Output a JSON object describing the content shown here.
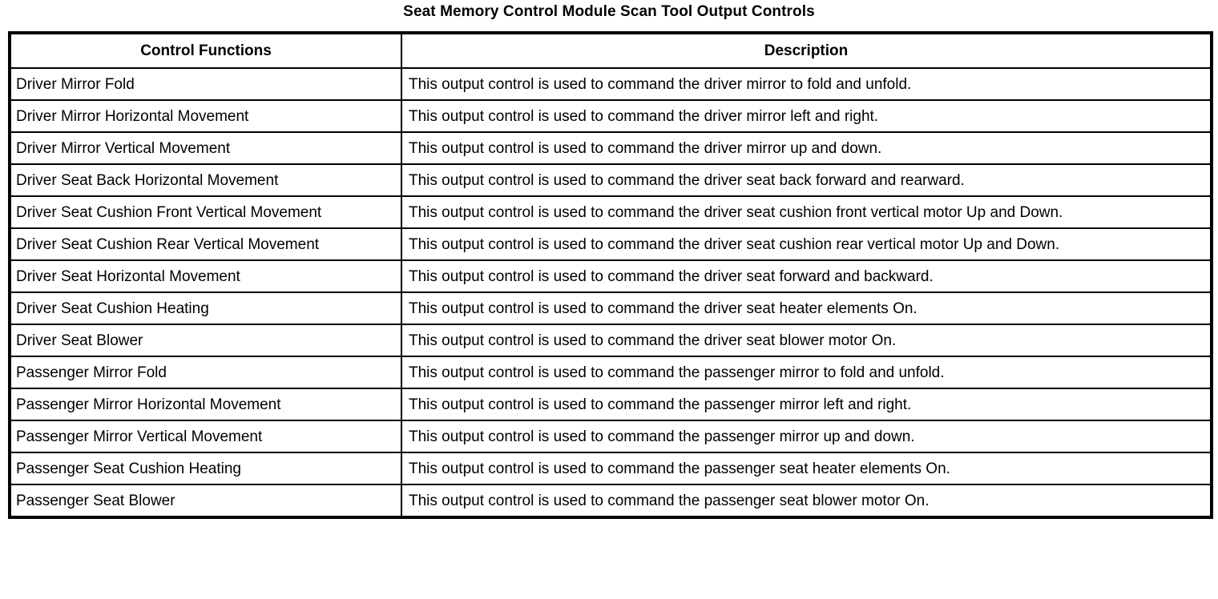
{
  "document": {
    "title": "Seat Memory Control Module Scan Tool Output Controls"
  },
  "table": {
    "columns": [
      {
        "key": "function",
        "header": "Control Functions"
      },
      {
        "key": "description",
        "header": "Description"
      }
    ],
    "rows": [
      {
        "function": "Driver Mirror Fold",
        "description": "This output control is used to command the driver mirror to fold and unfold."
      },
      {
        "function": "Driver Mirror Horizontal Movement",
        "description": "This output control is used to command the driver mirror left and right."
      },
      {
        "function": "Driver Mirror Vertical Movement",
        "description": "This output control is used to command the driver mirror up and down."
      },
      {
        "function": "Driver Seat Back Horizontal Movement",
        "description": "This output control is used to command the driver seat back forward and rearward."
      },
      {
        "function": "Driver Seat Cushion Front Vertical Movement",
        "description": "This output control is used to command the driver seat cushion front vertical motor Up and Down."
      },
      {
        "function": "Driver Seat Cushion Rear Vertical Movement",
        "description": "This output control is used to command the driver seat cushion rear vertical motor Up and Down."
      },
      {
        "function": "Driver Seat Horizontal Movement",
        "description": "This output control is used to command the driver seat forward and backward."
      },
      {
        "function": "Driver Seat Cushion Heating",
        "description": "This output control is used to command the driver seat heater elements On."
      },
      {
        "function": "Driver Seat Blower",
        "description": "This output control is used to command the driver seat blower motor On."
      },
      {
        "function": "Passenger Mirror Fold",
        "description": "This output control is used to command the passenger mirror to fold and unfold."
      },
      {
        "function": "Passenger Mirror Horizontal Movement",
        "description": "This output control is used to command the passenger mirror left and right."
      },
      {
        "function": "Passenger Mirror Vertical Movement",
        "description": "This output control is used to command the passenger mirror up and down."
      },
      {
        "function": "Passenger Seat Cushion Heating",
        "description": "This output control is used to command the passenger seat heater elements On."
      },
      {
        "function": "Passenger Seat Blower",
        "description": "This output control is used to command the passenger seat blower motor On."
      }
    ]
  },
  "style": {
    "text_color": "#000000",
    "background_color": "#ffffff",
    "border_color": "#000000"
  }
}
